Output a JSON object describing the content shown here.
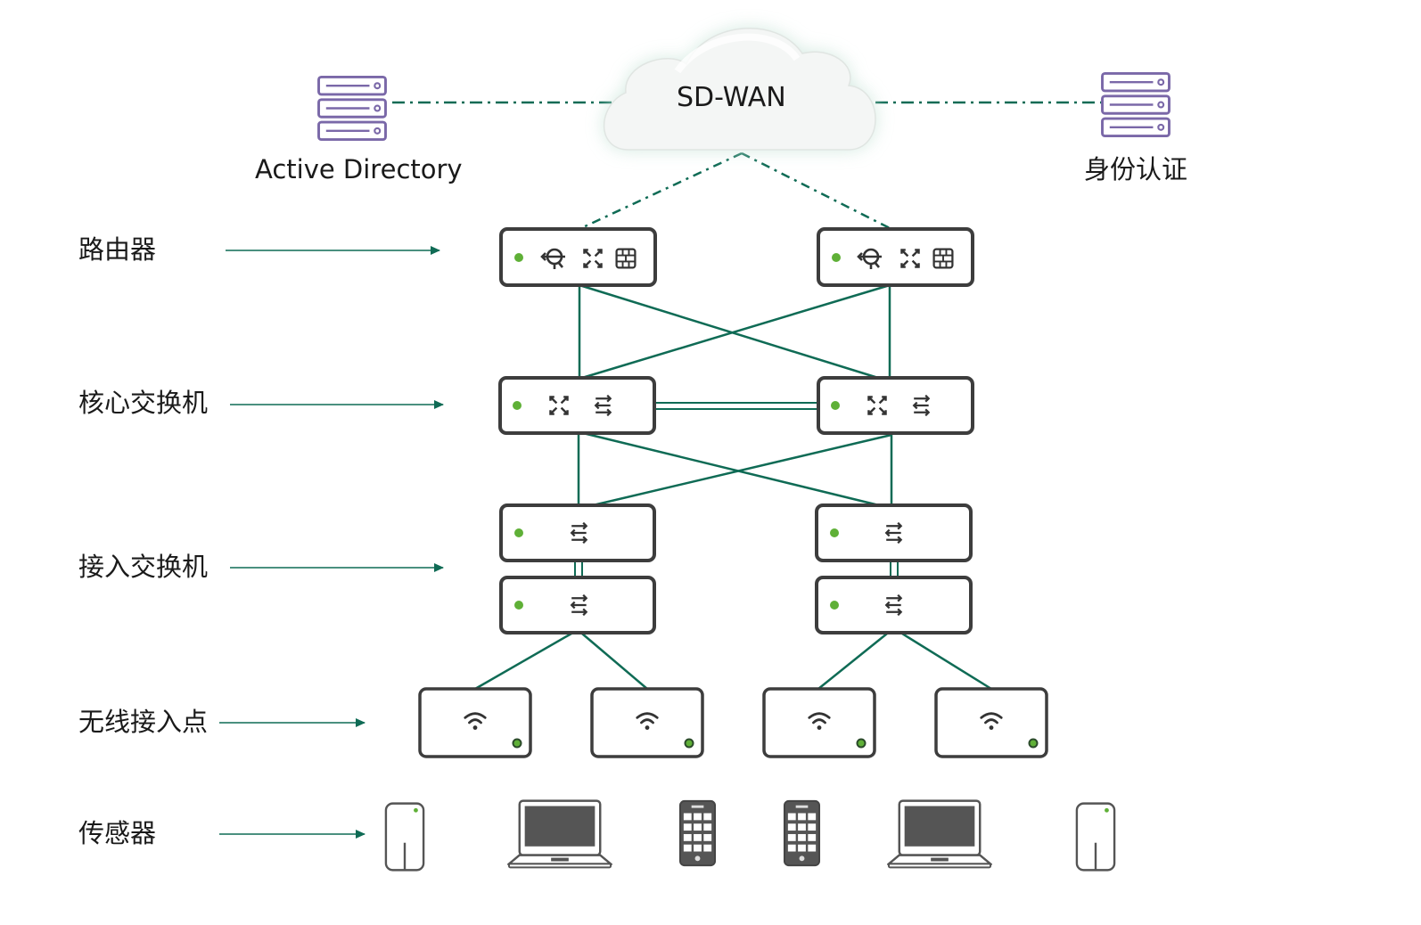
{
  "cloud_label": "SD-WAN",
  "left_server_label": "Active Directory",
  "right_server_label": "身份认证",
  "tiers": [
    {
      "id": "router",
      "label": "路由器"
    },
    {
      "id": "core",
      "label": "核心交换机"
    },
    {
      "id": "access",
      "label": "接入交换机"
    },
    {
      "id": "ap",
      "label": "无线接入点"
    },
    {
      "id": "sensor",
      "label": "传感器"
    }
  ],
  "endpoints": [
    "sensor-device-icon",
    "laptop-icon",
    "phone-icon",
    "phone-icon",
    "laptop-icon",
    "sensor-device-icon"
  ],
  "colors": {
    "link": "#0f6b55",
    "device_border": "#3d3d3d",
    "status_led": "#5fb037",
    "server": "#7a68a8",
    "icon": "#333333",
    "cloud_glow": "#cfe7dd"
  }
}
